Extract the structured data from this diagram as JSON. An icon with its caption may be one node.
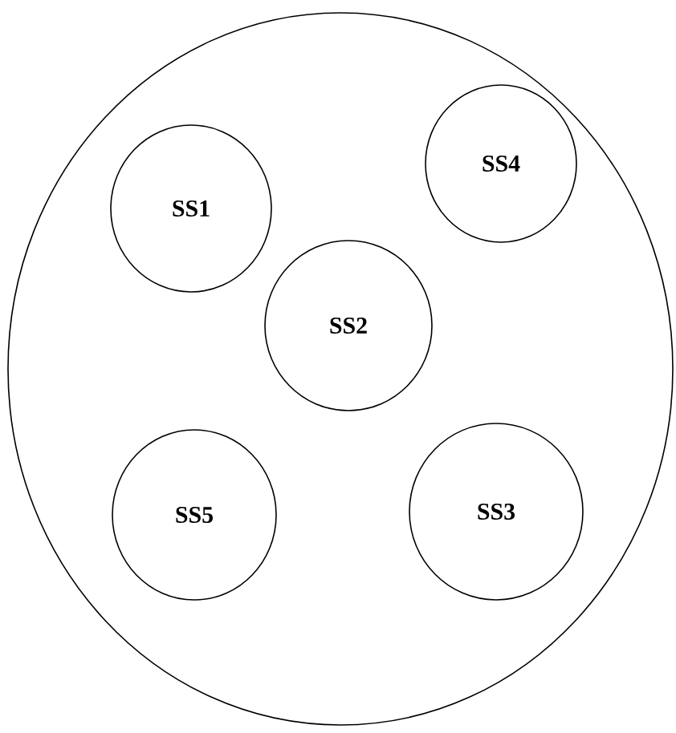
{
  "diagram": {
    "nodes": [
      {
        "text": [],
        "shape": "circle"
      },
      {
        "text": [
          "SS1"
        ],
        "in": 0
      },
      {
        "text": [
          "SS4"
        ],
        "in": 0
      },
      {
        "text": [
          "SS2"
        ],
        "in": 0
      },
      {
        "text": [
          "SS5"
        ],
        "in": 0
      },
      {
        "text": [
          "SS3"
        ],
        "in": 0
      }
    ]
  }
}
